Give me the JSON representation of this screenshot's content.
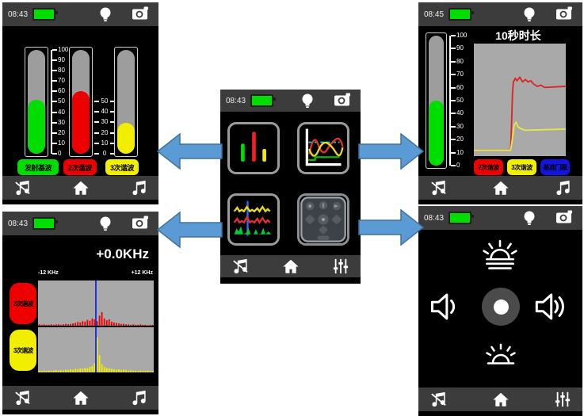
{
  "palette": {
    "green": "#00dd00",
    "red": "#ee0000",
    "yellow": "#f2ee00",
    "blue": "#1414e0",
    "arrow_fill": "#5b9bd5",
    "arrow_edge": "#41719c",
    "bar_bg": "#3c3c3c",
    "screen_bg": "#000000",
    "panel_gray": "#a9a9a9"
  },
  "screens": {
    "meters": {
      "time": "08:43",
      "scale_full": [
        "100",
        "90",
        "80",
        "70",
        "60",
        "50",
        "40",
        "30",
        "20",
        "10",
        "0"
      ],
      "scale_half": [
        "50",
        "40",
        "30",
        "20",
        "10",
        "0"
      ],
      "bars": [
        {
          "label": "发射基波",
          "color": "#00dd00",
          "value": 52
        },
        {
          "label": "2次谐波",
          "color": "#ee0000",
          "value": 60
        },
        {
          "label": "3次谐波",
          "color": "#f2ee00",
          "value": 30
        }
      ]
    },
    "trend": {
      "time": "08:45",
      "title": "10秒时长",
      "scale_full": [
        "100",
        "90",
        "80",
        "70",
        "60",
        "50",
        "40",
        "30",
        "20",
        "10",
        "0"
      ],
      "meter": {
        "color": "#00dd00",
        "value": 50
      },
      "lines": [
        {
          "color": "#dd2222",
          "points": [
            [
              0,
              95
            ],
            [
              40,
              95
            ],
            [
              41,
              72
            ],
            [
              42,
              45
            ],
            [
              43,
              34
            ],
            [
              45,
              31
            ],
            [
              47,
              33
            ],
            [
              50,
              30
            ],
            [
              53,
              34
            ],
            [
              56,
              32
            ],
            [
              59,
              34
            ],
            [
              62,
              33
            ],
            [
              65,
              36
            ],
            [
              69,
              38
            ],
            [
              73,
              37
            ],
            [
              77,
              39
            ],
            [
              100,
              38
            ]
          ]
        },
        {
          "color": "#e8e840",
          "points": [
            [
              0,
              95
            ],
            [
              40,
              95
            ],
            [
              42,
              84
            ],
            [
              44,
              72
            ],
            [
              46,
              70
            ],
            [
              48,
              74
            ],
            [
              52,
              76
            ],
            [
              56,
              77
            ],
            [
              100,
              76
            ]
          ]
        }
      ],
      "legend": [
        {
          "label": "2次谐波",
          "color": "#ee0000"
        },
        {
          "label": "3次谐波",
          "color": "#f2ee00"
        },
        {
          "label": "基准门限",
          "color": "#1414e0"
        }
      ]
    },
    "spectrum": {
      "time": "08:43",
      "offset": "+0.0KHz",
      "left_label": "-12 KHz",
      "right_label": "+12 KHz",
      "bands": [
        {
          "label": "2次谐波",
          "color": "#ee0000",
          "heights": [
            3,
            2,
            3,
            2,
            2,
            3,
            2,
            3,
            3,
            2,
            3,
            4,
            3,
            4,
            5,
            6,
            8,
            7,
            10,
            9,
            13,
            11,
            16,
            14,
            10,
            22,
            30,
            16,
            12,
            14,
            9,
            7,
            6,
            5,
            4,
            4,
            3,
            3,
            2,
            3,
            2,
            2,
            3,
            2,
            2,
            1,
            2,
            2
          ]
        },
        {
          "label": "3次谐波",
          "color": "#f2ee00",
          "heights": [
            4,
            3,
            4,
            3,
            4,
            3,
            4,
            5,
            4,
            5,
            4,
            6,
            5,
            7,
            6,
            8,
            7,
            9,
            8,
            10,
            9,
            12,
            14,
            20,
            78,
            38,
            18,
            12,
            10,
            9,
            8,
            7,
            6,
            7,
            5,
            6,
            5,
            4,
            5,
            4,
            4,
            3,
            4,
            3,
            3,
            4,
            3,
            3
          ]
        }
      ]
    },
    "menu": {
      "time": "08:43"
    },
    "controls": {
      "time": "08:43"
    }
  }
}
